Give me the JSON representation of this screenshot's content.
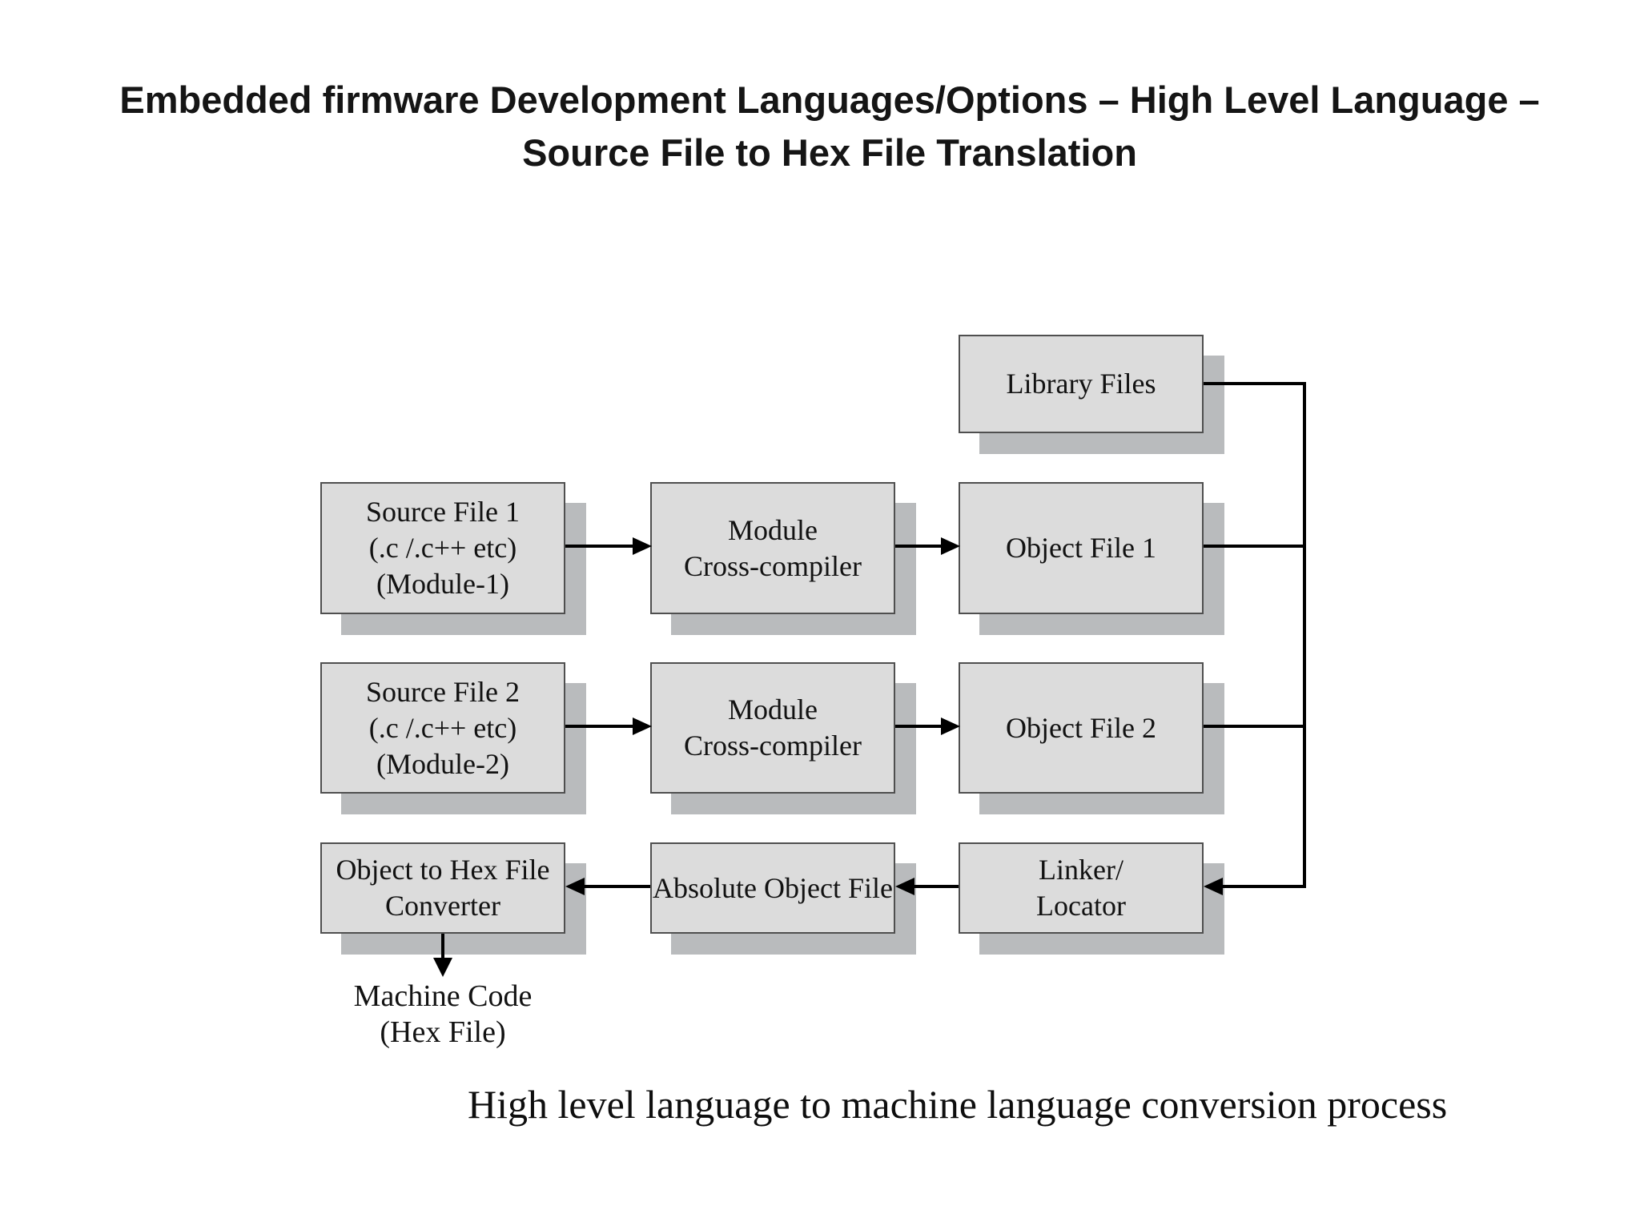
{
  "title": {
    "line1": "Embedded firmware Development Languages/Options – High Level  Language –",
    "line2": "Source File to Hex File Translation"
  },
  "diagram": {
    "boxes": [
      {
        "id": "library-files",
        "lines": [
          "Library Files"
        ]
      },
      {
        "id": "source-file-1",
        "lines": [
          "Source File 1",
          "(.c /.c++ etc)",
          "(Module-1)"
        ]
      },
      {
        "id": "module-cross-compiler-1",
        "lines": [
          "Module",
          "Cross-compiler"
        ]
      },
      {
        "id": "object-file-1",
        "lines": [
          "Object File 1"
        ]
      },
      {
        "id": "source-file-2",
        "lines": [
          "Source File 2",
          "(.c /.c++ etc)",
          "(Module-2)"
        ]
      },
      {
        "id": "module-cross-compiler-2",
        "lines": [
          "Module",
          "Cross-compiler"
        ]
      },
      {
        "id": "object-file-2",
        "lines": [
          "Object File 2"
        ]
      },
      {
        "id": "object-to-hex-file-converter",
        "lines": [
          "Object to Hex File",
          "Converter"
        ]
      },
      {
        "id": "absolute-object-file",
        "lines": [
          "Absolute Object File"
        ]
      },
      {
        "id": "linker-locator",
        "lines": [
          "Linker/",
          "Locator"
        ]
      }
    ],
    "machine_code_label": {
      "line1": "Machine Code",
      "line2": "(Hex File)"
    }
  },
  "caption": "High level language to machine language conversion process",
  "colors": {
    "background": "#ffffff",
    "box_fill": "#dcdcdc",
    "box_border": "#4f4f4f",
    "box_shadow": "#b9bbbd",
    "connector": "#000000",
    "text": "#121212"
  }
}
